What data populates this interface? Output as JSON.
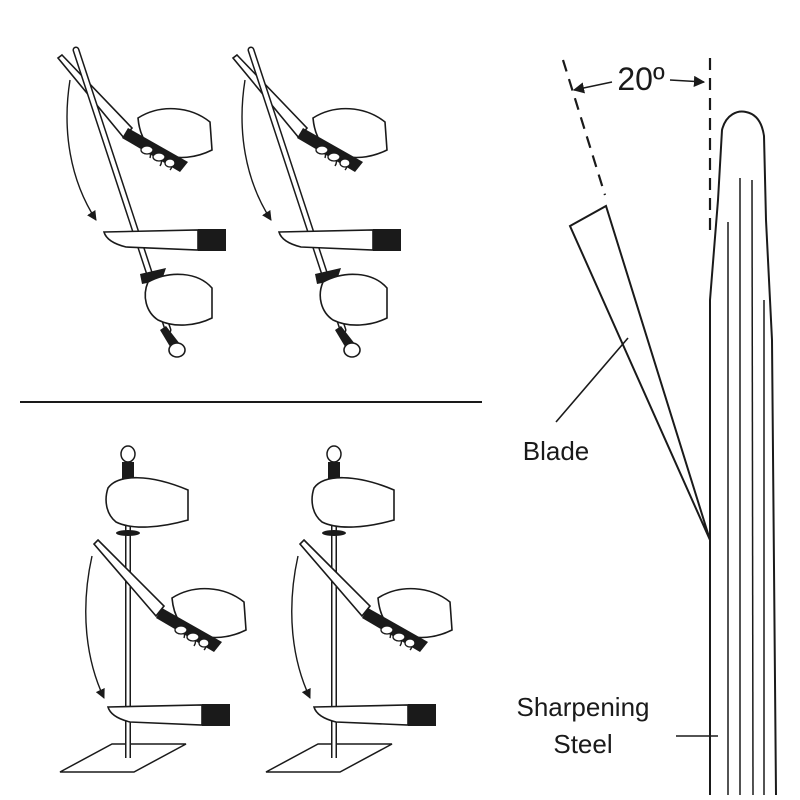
{
  "diagram": {
    "angle_label": "20º",
    "blade_label": "Blade",
    "steel_label_line1": "Sharpening",
    "steel_label_line2": "Steel"
  },
  "colors": {
    "ink": "#1a1a1a",
    "background": "#ffffff"
  }
}
